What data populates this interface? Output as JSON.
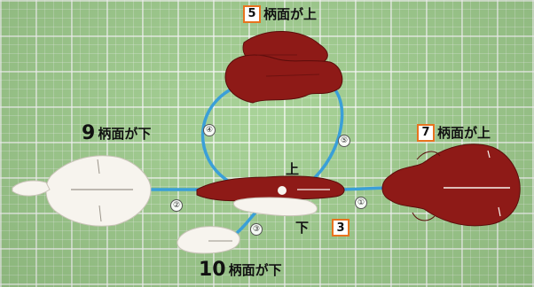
{
  "labels": {
    "top_piece": {
      "num": "5",
      "text": "柄面が上"
    },
    "right_piece": {
      "num": "7",
      "text": "柄面が上"
    },
    "left_piece": {
      "num": "9",
      "text": "柄面が下"
    },
    "bottom_piece": {
      "num": "10",
      "text": "柄面が下"
    },
    "center_piece": {
      "num": "3"
    },
    "side_up": "上",
    "side_down": "下"
  },
  "steps": [
    "①",
    "②",
    "③",
    "④",
    "⑤"
  ],
  "colors": {
    "mat": "#9fce8d",
    "red_piece": "#8e1a17",
    "white_piece": "#f7f4ee",
    "connector": "#3a9fd8",
    "label_box": "#e8731e"
  }
}
